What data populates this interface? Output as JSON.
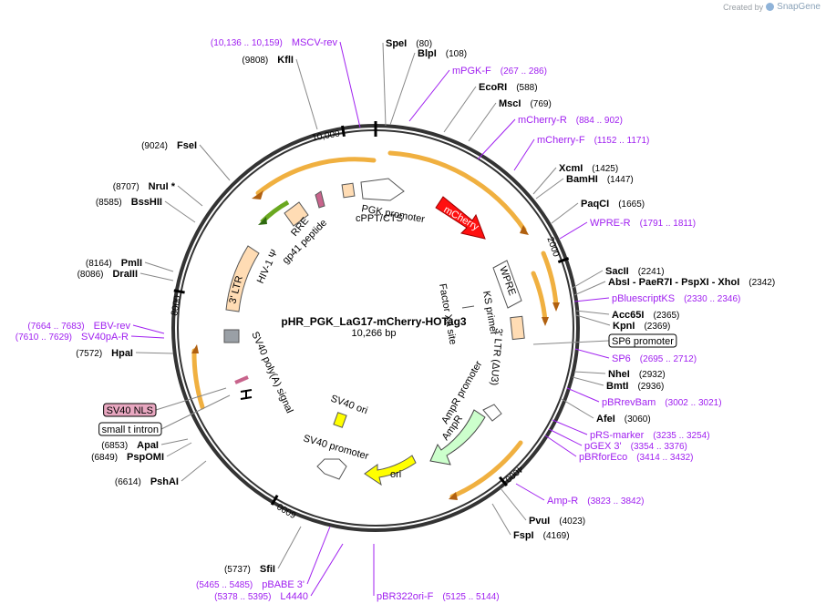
{
  "credit": {
    "prefix": "Created by",
    "brand": "SnapGene"
  },
  "plasmid": {
    "name": "pHR_PGK_LaG17-mCherry-HOTag3",
    "size_label": "10,266 bp",
    "length": 10266
  },
  "ticks": [
    {
      "bp": 2000,
      "label": "2000"
    },
    {
      "bp": 4000,
      "label": "4000"
    },
    {
      "bp": 6000,
      "label": "6000"
    },
    {
      "bp": 8000,
      "label": "8000"
    },
    {
      "bp": 10000,
      "label": "10,000"
    }
  ],
  "colors": {
    "enzyme": "#000000",
    "primer": "#a020f0",
    "feature_orange": "#f5a623",
    "mCherry": "#ff0000",
    "ori": "#ffff00",
    "AmpR": "#ccffcc",
    "promoter": "#ffffff",
    "LTR": "#ffdcb4",
    "RRE": "#ffdcb4",
    "gp41": "#c8648c",
    "polyA": "#c8648c",
    "SV40_NLS": "#e8a7c0"
  },
  "labels": [
    {
      "name": "MSCV-rev",
      "range": "(10,136 .. 10,159)",
      "kind": "primer",
      "side": "left"
    },
    {
      "name": "KflI",
      "range": "(9808)",
      "kind": "enzyme",
      "side": "left"
    },
    {
      "name": "FseI",
      "range": "(9024)",
      "kind": "enzyme",
      "side": "left"
    },
    {
      "name": "NruI *",
      "range": "(8707)",
      "kind": "enzyme",
      "side": "left"
    },
    {
      "name": "BssHII",
      "range": "(8585)",
      "kind": "enzyme",
      "side": "left"
    },
    {
      "name": "PmlI",
      "range": "(8164)",
      "kind": "enzyme",
      "side": "left"
    },
    {
      "name": "DraIII",
      "range": "(8086)",
      "kind": "enzyme",
      "side": "left"
    },
    {
      "name": "EBV-rev",
      "range": "(7664 .. 7683)",
      "kind": "primer",
      "side": "left"
    },
    {
      "name": "SV40pA-R",
      "range": "(7610 .. 7629)",
      "kind": "primer",
      "side": "left"
    },
    {
      "name": "HpaI",
      "range": "(7572)",
      "kind": "enzyme",
      "side": "left"
    },
    {
      "name": "SV40 NLS",
      "range": "",
      "kind": "boxed-pink",
      "side": "left"
    },
    {
      "name": "small t intron",
      "range": "",
      "kind": "boxed-white",
      "side": "left"
    },
    {
      "name": "ApaI",
      "range": "(6853)",
      "kind": "enzyme",
      "side": "left"
    },
    {
      "name": "PspOMI",
      "range": "(6849)",
      "kind": "enzyme",
      "side": "left"
    },
    {
      "name": "PshAI",
      "range": "(6614)",
      "kind": "enzyme",
      "side": "left"
    },
    {
      "name": "SfiI",
      "range": "(5737)",
      "kind": "enzyme",
      "side": "left"
    },
    {
      "name": "pBABE 3'",
      "range": "(5465 .. 5485)",
      "kind": "primer",
      "side": "left"
    },
    {
      "name": "L4440",
      "range": "(5378 .. 5395)",
      "kind": "primer",
      "side": "left"
    },
    {
      "name": "pBR322ori-F",
      "range": "(5125 .. 5144)",
      "kind": "primer",
      "side": "right"
    },
    {
      "name": "SpeI",
      "range": "(80)",
      "kind": "enzyme",
      "side": "right"
    },
    {
      "name": "BlpI",
      "range": "(108)",
      "kind": "enzyme",
      "side": "right"
    },
    {
      "name": "mPGK-F",
      "range": "(267 .. 286)",
      "kind": "primer",
      "side": "right"
    },
    {
      "name": "EcoRI",
      "range": "(588)",
      "kind": "enzyme",
      "side": "right"
    },
    {
      "name": "MscI",
      "range": "(769)",
      "kind": "enzyme",
      "side": "right"
    },
    {
      "name": "mCherry-R",
      "range": "(884 .. 902)",
      "kind": "primer",
      "side": "right"
    },
    {
      "name": "mCherry-F",
      "range": "(1152 .. 1171)",
      "kind": "primer",
      "side": "right"
    },
    {
      "name": "XcmI",
      "range": "(1425)",
      "kind": "enzyme",
      "side": "right"
    },
    {
      "name": "BamHI",
      "range": "(1447)",
      "kind": "enzyme",
      "side": "right"
    },
    {
      "name": "PaqCI",
      "range": "(1665)",
      "kind": "enzyme",
      "side": "right"
    },
    {
      "name": "WPRE-R",
      "range": "(1791 .. 1811)",
      "kind": "primer",
      "side": "right"
    },
    {
      "name": "SacII",
      "range": "(2241)",
      "kind": "enzyme",
      "side": "right"
    },
    {
      "name": "AbsI - PaeR7I - PspXI - XhoI",
      "range": "(2342)",
      "kind": "enzyme",
      "side": "right"
    },
    {
      "name": "pBluescriptKS",
      "range": "(2330 .. 2346)",
      "kind": "primer",
      "side": "right"
    },
    {
      "name": "Acc65I",
      "range": "(2365)",
      "kind": "enzyme",
      "side": "right"
    },
    {
      "name": "KpnI",
      "range": "(2369)",
      "kind": "enzyme",
      "side": "right"
    },
    {
      "name": "SP6 promoter",
      "range": "",
      "kind": "boxed-white",
      "side": "right"
    },
    {
      "name": "SP6",
      "range": "(2695 .. 2712)",
      "kind": "primer",
      "side": "right"
    },
    {
      "name": "NheI",
      "range": "(2932)",
      "kind": "enzyme",
      "side": "right"
    },
    {
      "name": "BmtI",
      "range": "(2936)",
      "kind": "enzyme",
      "side": "right"
    },
    {
      "name": "pBRrevBam",
      "range": "(3002 .. 3021)",
      "kind": "primer",
      "side": "right"
    },
    {
      "name": "AfeI",
      "range": "(3060)",
      "kind": "enzyme",
      "side": "right"
    },
    {
      "name": "pRS-marker",
      "range": "(3235 .. 3254)",
      "kind": "primer",
      "side": "right"
    },
    {
      "name": "pGEX 3'",
      "range": "(3354 .. 3376)",
      "kind": "primer",
      "side": "right"
    },
    {
      "name": "pBRforEco",
      "range": "(3414 .. 3432)",
      "kind": "primer",
      "side": "right"
    },
    {
      "name": "Amp-R",
      "range": "(3823 .. 3842)",
      "kind": "primer",
      "side": "right"
    },
    {
      "name": "PvuI",
      "range": "(4023)",
      "kind": "enzyme",
      "side": "right"
    },
    {
      "name": "FspI",
      "range": "(4169)",
      "kind": "enzyme",
      "side": "right"
    }
  ],
  "features": [
    {
      "name": "PGK promoter",
      "kind": "promoter-arrow"
    },
    {
      "name": "cPPT/CTS",
      "kind": "small-box"
    },
    {
      "name": "mCherry",
      "kind": "red-arrow"
    },
    {
      "name": "WPRE",
      "kind": "white-box"
    },
    {
      "name": "KS primer",
      "kind": "inner-label"
    },
    {
      "name": "Factor Xa site",
      "kind": "inner-label"
    },
    {
      "name": "3' LTR (ΔU3)",
      "kind": "inner-label"
    },
    {
      "name": "AmpR promoter",
      "kind": "inner-label"
    },
    {
      "name": "AmpR",
      "kind": "green-arrow"
    },
    {
      "name": "ori",
      "kind": "yellow-arrow"
    },
    {
      "name": "SV40 ori",
      "kind": "inner-label"
    },
    {
      "name": "SV40 promoter",
      "kind": "promoter-arrow"
    },
    {
      "name": "SV40 poly(A) signal",
      "kind": "inner-label"
    },
    {
      "name": "3' LTR",
      "kind": "ltr-box"
    },
    {
      "name": "HIV-1 Ψ",
      "kind": "inner-label"
    },
    {
      "name": "RRE",
      "kind": "rre-box"
    },
    {
      "name": "gp41 peptide",
      "kind": "inner-label"
    }
  ]
}
